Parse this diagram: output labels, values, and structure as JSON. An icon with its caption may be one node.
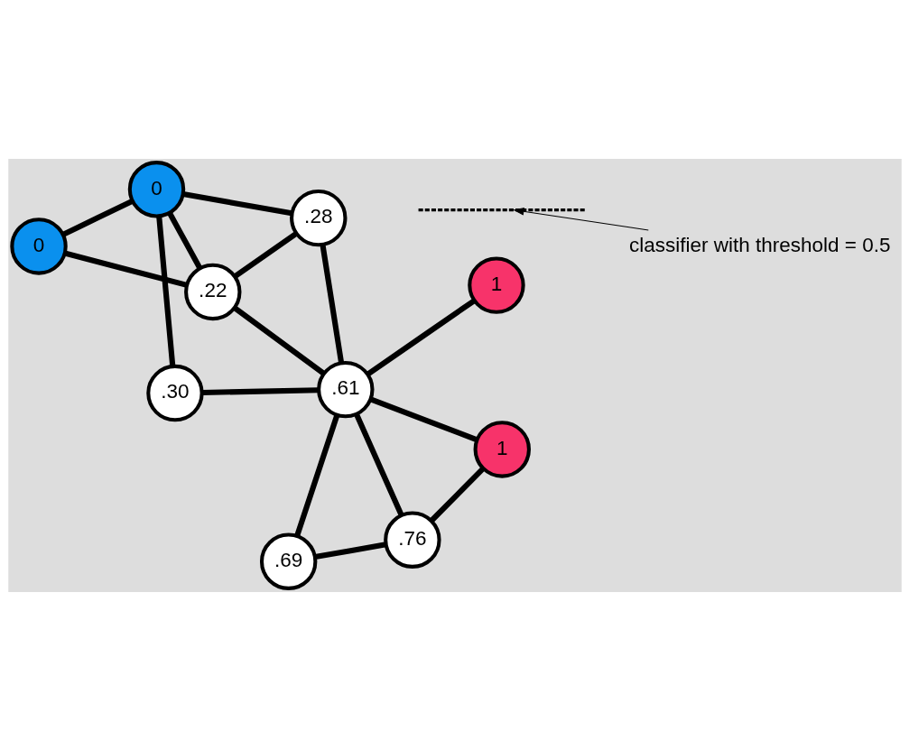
{
  "diagram": {
    "nodes": [
      {
        "text": [
          ".30"
        ]
      },
      {
        "text": [
          ".28"
        ]
      },
      {
        "text": [
          ".69"
        ]
      },
      {
        "text": [
          "0"
        ]
      },
      {
        "text": [
          "1"
        ]
      },
      {
        "text": [
          ".61"
        ]
      },
      {
        "text": [
          ".22"
        ]
      },
      {
        "text": [
          "1"
        ]
      },
      {
        "text": [
          "0"
        ]
      },
      {
        "text": [
          ".76"
        ]
      },
      {
        "text": [],
        "shape": "line"
      },
      {
        "text": [
          "classifier with threshold = 0.5"
        ]
      }
    ],
    "edges": [
      {
        "from": 0,
        "to": 5,
        "arrow": "none"
      },
      {
        "from": 0,
        "to": 3,
        "arrow": "none"
      },
      {
        "from": 1,
        "to": 5,
        "arrow": "none"
      },
      {
        "from": 1,
        "to": 6,
        "arrow": "none"
      },
      {
        "from": 1,
        "to": 3,
        "arrow": "none"
      },
      {
        "from": 2,
        "to": 5,
        "arrow": "none"
      },
      {
        "from": 2,
        "to": 9,
        "arrow": "none"
      },
      {
        "from": 4,
        "to": 5,
        "arrow": "none"
      },
      {
        "from": 5,
        "to": 6,
        "arrow": "none"
      },
      {
        "from": 5,
        "to": 7,
        "arrow": "none"
      },
      {
        "from": 5,
        "to": 9,
        "arrow": "none"
      },
      {
        "from": 7,
        "to": 9,
        "arrow": "none"
      },
      {
        "from": 3,
        "to": 6,
        "arrow": "none"
      },
      {
        "from": 3,
        "to": 8,
        "arrow": "none"
      },
      {
        "from": 6,
        "to": 8,
        "arrow": "none"
      },
      {
        "from": 11,
        "to": 10,
        "arrow": "to"
      }
    ]
  }
}
